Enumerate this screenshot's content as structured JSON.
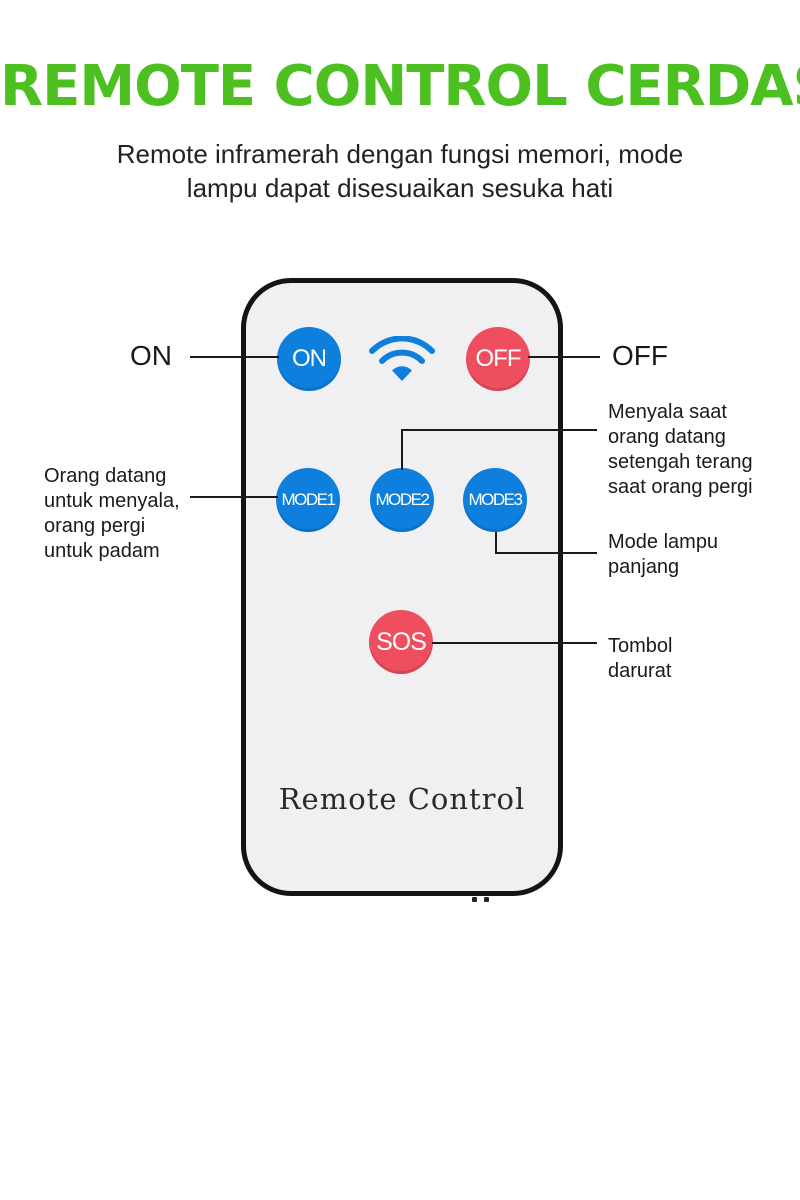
{
  "header": {
    "title": "REMOTE CONTROL CERDAS",
    "title_color": "#4cc021",
    "subtitle_line1": "Remote inframerah dengan fungsi memori, mode",
    "subtitle_line2": "lampu dapat disesuaikan sesuka hati"
  },
  "remote": {
    "buttons": {
      "on": "ON",
      "off": "OFF",
      "mode1": "MODE1",
      "mode2": "MODE2",
      "mode3": "MODE3",
      "sos": "SOS"
    },
    "signal_icon": "wifi-signal-icon",
    "footer_text": "Remote Control",
    "colors": {
      "blue": "#0e7fdc",
      "red": "#ee4e5e",
      "body": "#f0f0f3",
      "outline": "#141414"
    }
  },
  "callouts": {
    "on": "ON",
    "off": "OFF",
    "mode1": [
      "Orang datang",
      "untuk menyala,",
      "orang pergi",
      "untuk padam"
    ],
    "mode2": [
      "Menyala saat",
      "orang datang",
      "setengah terang",
      "saat orang pergi"
    ],
    "mode3": [
      "Mode lampu",
      "panjang"
    ],
    "sos": [
      "Tombol",
      "darurat"
    ]
  }
}
